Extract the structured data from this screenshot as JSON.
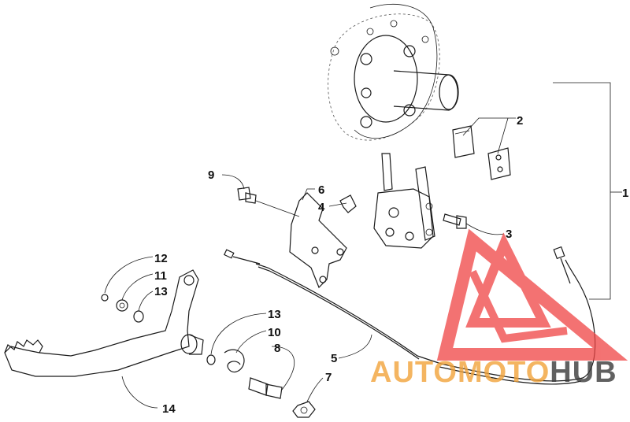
{
  "labels": {
    "l1": "1",
    "l2": "2",
    "l3": "3",
    "l4": "4",
    "l5": "5",
    "l6": "6",
    "l7": "7",
    "l8": "8",
    "l9": "9",
    "l10": "10",
    "l11": "11",
    "l12": "12",
    "l13a": "13",
    "l13b": "13",
    "l14": "14"
  },
  "watermark": {
    "part1": "AUTOMOTO",
    "part2": "HUB",
    "color1": "#f2a33a",
    "color2": "#3a3a3a",
    "logo_color": "#ef4444"
  }
}
